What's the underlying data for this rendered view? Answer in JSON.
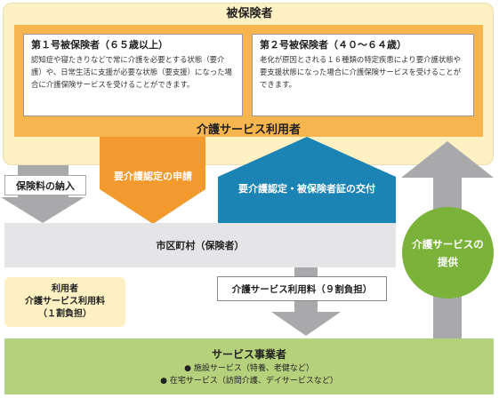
{
  "insured": {
    "title": "被保険者",
    "type1": {
      "title": "第１号被保険者（６５歳以上）",
      "description": "認知症や寝たきりなどで常に介護を必要とする状態（要介護）や、日常生活に支援が必要な状態（要支援）になった場合に介護保険サービスを受けることができます。"
    },
    "type2": {
      "title": "第２号被保険者（４０〜６４歳）",
      "description": "老化が原因とされる１６種類の特定疾患により要介護状態や要支援状態になった場合に介護保険サービスを受けることができます。"
    },
    "users_title": "介護サービス利用者"
  },
  "flows": {
    "premium_payment": "保険料の納入",
    "certification_application": "要介護認定の申請",
    "certification_issuance": "要介護認定・被保険者証の交付",
    "service_fee": "介護サービス利用料（９割負担）",
    "service_provision": [
      "介護サービスの",
      "提供"
    ]
  },
  "municipality": "市区町村（保険者）",
  "user_box": {
    "line1": "利用者",
    "line2": "介護サービス利用料",
    "line3": "（１割負担）"
  },
  "provider": {
    "title": "サービス事業者",
    "item1": "● 施設サービス（特養、老健など）",
    "item2": "● 在宅サービス（訪問介護、デイサービスなど）"
  },
  "colors": {
    "insured_panel": "#fdf0c2",
    "orange": "#f7b54f",
    "application_arrow": "#f39a2e",
    "issuance_arrow": "#1c83b5",
    "gray_arrow": "#a9a9ab",
    "municipality": "#e5e5e8",
    "provision_circle": "#7bb23a",
    "provider": "#b5d17c"
  }
}
